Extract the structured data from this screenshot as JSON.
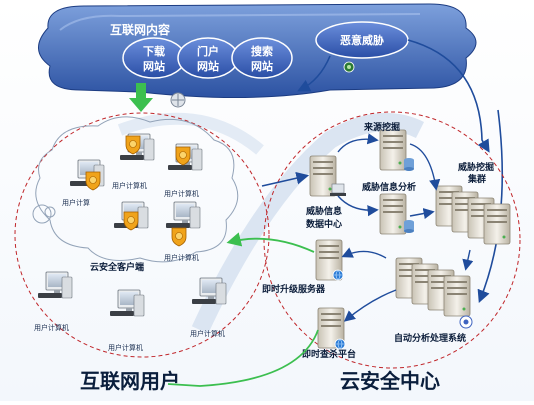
{
  "colors": {
    "cloud_blue": "#2f58a8",
    "cloud_light": "#6c8fd0",
    "node_blue": "#3f64c0",
    "dashed_red": "#c0262a",
    "arrow_blue": "#1f4c9c",
    "arrow_green": "#3cbf4f"
  },
  "internet": {
    "title": "互联网内容",
    "nodes": [
      {
        "line1": "下载",
        "line2": "网站"
      },
      {
        "line1": "门户",
        "line2": "网站"
      },
      {
        "line1": "搜索",
        "line2": "网站"
      }
    ]
  },
  "threat": {
    "label": "恶意威胁"
  },
  "client_side": {
    "pc_label": "用户计算机",
    "pc_label_short": "用户计算",
    "client_label": "云安全客户端",
    "bottom_title": "互联网用户"
  },
  "cloud_center": {
    "source_mining": "来源挖掘",
    "threat_analysis": "威胁信息分析",
    "mining_cluster_line1": "威胁挖掘",
    "mining_cluster_line2": "集群",
    "data_center_line1": "威胁信息",
    "data_center_line2": "数据中心",
    "upgrade_server": "即时升级服务器",
    "query_platform": "即时查杀平台",
    "auto_analysis": "自动分析处理系统",
    "bottom_title": "云安全中心"
  }
}
